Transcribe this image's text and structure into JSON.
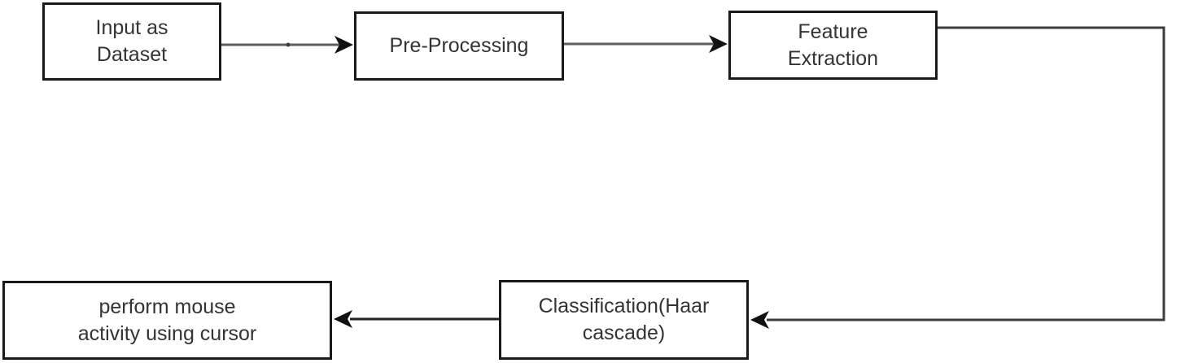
{
  "diagram": {
    "type": "flowchart",
    "nodes": [
      {
        "id": "input-as-dataset",
        "label": "Input as\nDataset"
      },
      {
        "id": "pre-processing",
        "label": "Pre-Processing"
      },
      {
        "id": "feature-extraction",
        "label": "Feature\nExtraction"
      },
      {
        "id": "classification",
        "label": "Classification(Haar\ncascade)"
      },
      {
        "id": "perform-mouse-activity",
        "label": "perform mouse\nactivity using cursor"
      }
    ],
    "edges": [
      {
        "from": "input-as-dataset",
        "to": "pre-processing"
      },
      {
        "from": "pre-processing",
        "to": "feature-extraction"
      },
      {
        "from": "feature-extraction",
        "to": "classification"
      },
      {
        "from": "classification",
        "to": "perform-mouse-activity"
      }
    ],
    "colors": {
      "background": "#ffffff",
      "box_fill": "#ffffff",
      "box_border": "#1a1a1a",
      "text": "#333333",
      "arrow_line_gray": "#5f5f5f",
      "connector_line": "#3d3d3d",
      "arrow_head": "#111111"
    }
  }
}
